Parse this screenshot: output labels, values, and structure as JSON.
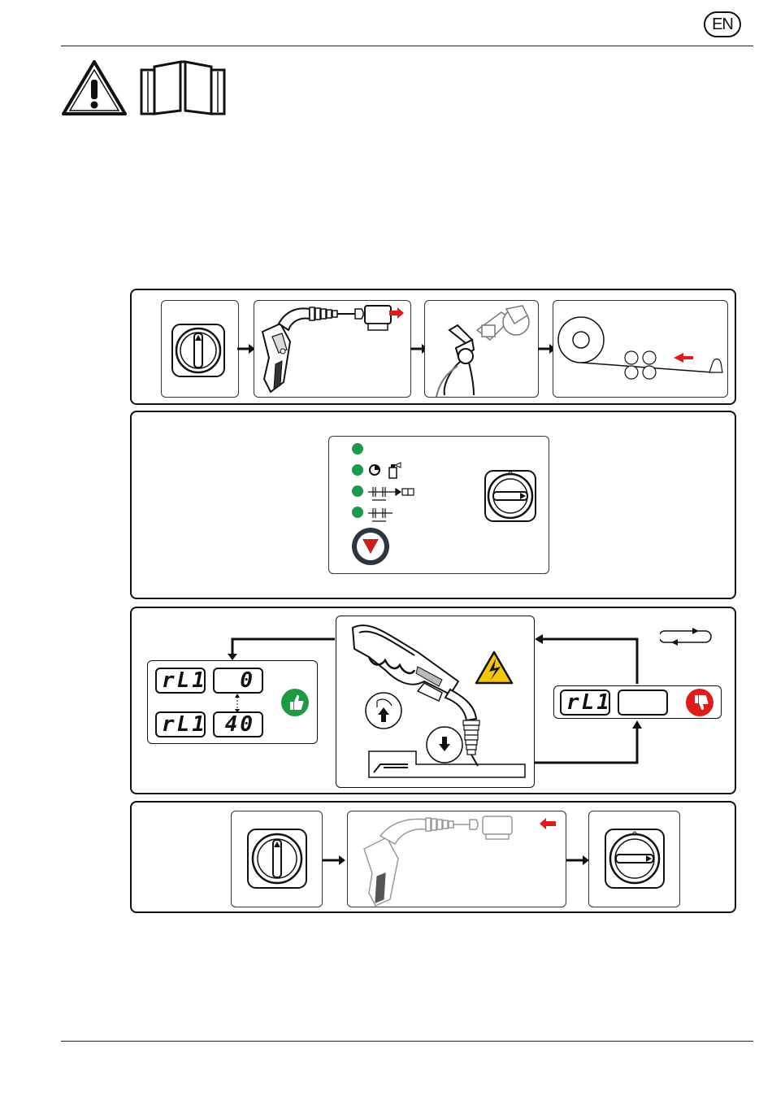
{
  "header": {
    "language": "EN"
  },
  "icons": {
    "warning": "warning-triangle-icon",
    "manual": "read-manual-icon",
    "high_voltage": "high-voltage-icon",
    "thumbs_up": "thumbs-up-icon",
    "thumbs_down": "thumbs-down-icon"
  },
  "step3": {
    "display_label_a": "rL1",
    "display_value_a": "0",
    "display_label_b": "rL1",
    "display_value_b": "40",
    "display_label_c": "rL1",
    "display_value_c": ""
  },
  "colors": {
    "led_green": "#1a9a4a",
    "accent_red": "#e01b1b",
    "ok_green": "#1e9a45"
  }
}
